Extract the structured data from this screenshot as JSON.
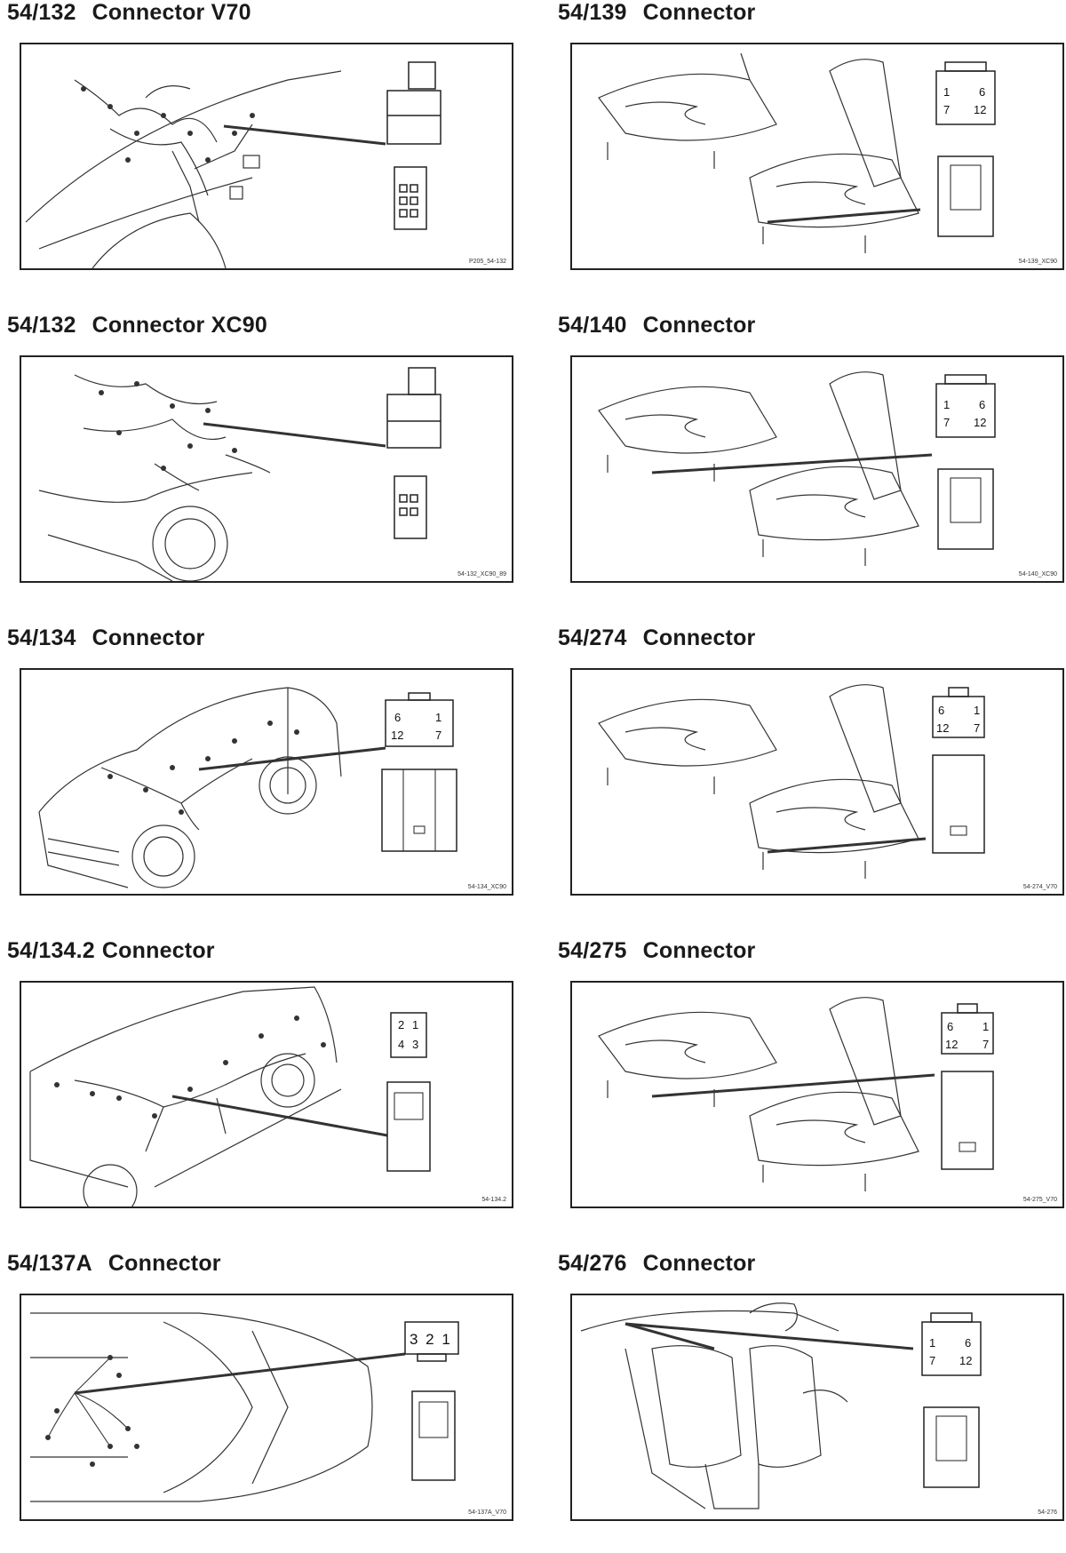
{
  "left": [
    {
      "code": "54/132",
      "name": "Connector V70",
      "ref": "P205_54-132"
    },
    {
      "code": "54/132",
      "name": "Connector XC90",
      "ref": "54-132_XC90_89"
    },
    {
      "code": "54/134",
      "name": "Connector",
      "ref": "54-134_XC90",
      "pins": [
        "6",
        "1",
        "12",
        "7"
      ]
    },
    {
      "code": "54/134.2",
      "name": "Connector",
      "ref": "54-134.2",
      "pins": [
        "2",
        "1",
        "4",
        "3"
      ]
    },
    {
      "code": "54/137A",
      "name": "Connector",
      "ref": "54-137A_V70",
      "pins": [
        "3 2 1"
      ]
    }
  ],
  "right": [
    {
      "code": "54/139",
      "name": "Connector",
      "ref": "54-139_XC90",
      "pins": [
        "1",
        "6",
        "7",
        "12"
      ]
    },
    {
      "code": "54/140",
      "name": "Connector",
      "ref": "54-140_XC90",
      "pins": [
        "1",
        "6",
        "7",
        "12"
      ]
    },
    {
      "code": "54/274",
      "name": "Connector",
      "ref": "54-274_V70",
      "pins": [
        "6",
        "1",
        "12",
        "7"
      ]
    },
    {
      "code": "54/275",
      "name": "Connector",
      "ref": "54-275_V70",
      "pins": [
        "6",
        "1",
        "12",
        "7"
      ]
    },
    {
      "code": "54/276",
      "name": "Connector",
      "ref": "54-276",
      "pins": [
        "1",
        "6",
        "7",
        "12"
      ]
    }
  ]
}
